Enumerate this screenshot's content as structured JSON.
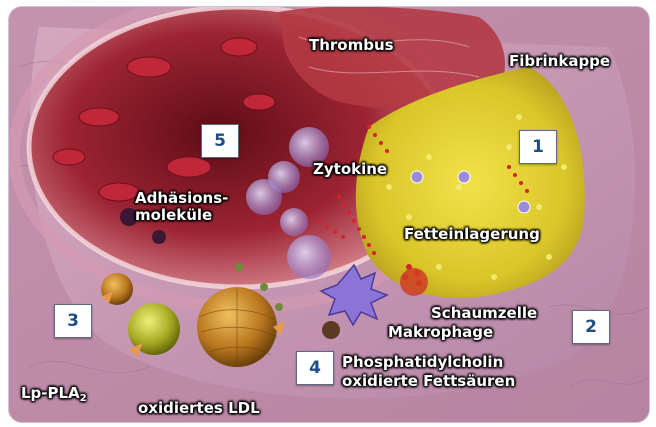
{
  "labels": {
    "thrombus": "Thrombus",
    "fibrinkappe": "Fibrinkappe",
    "zytokine": "Zytokine",
    "adhaesions_line1": "Adhäsions-",
    "adhaesions_line2": "moleküle",
    "fetteinlagerung": "Fetteinlagerung",
    "schaumzelle": "Schaumzelle",
    "makrophage": "Makrophage",
    "phosphatidylcholin": "Phosphatidylcholin",
    "oxidierte_fettsaeuren": "oxidierte Fettsäuren",
    "lp_pla": "Lp-PLA",
    "lp_pla_subscript": "2",
    "oxidiertes_ldl": "oxidiertes LDL"
  },
  "markers": {
    "m1": "1",
    "m2": "2",
    "m3": "3",
    "m4": "4",
    "m5": "5"
  },
  "colors": {
    "marker_text": "#1f4e85",
    "label_text": "#ffffff",
    "plaque_yellow": "#e6d63a",
    "vessel_red": "#9a1e2c",
    "wall_pink": "#c99ab2"
  }
}
